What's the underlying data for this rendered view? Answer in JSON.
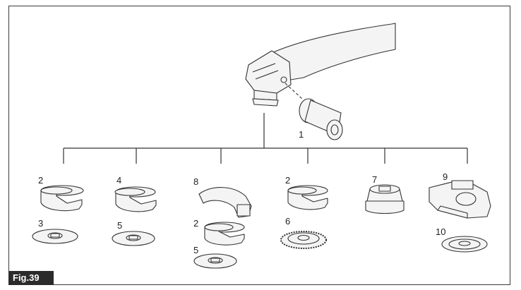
{
  "figure": {
    "label": "Fig.39"
  },
  "callouts": {
    "handle": "1",
    "g1_guard": "2",
    "g1_flange": "3",
    "g2_guard": "4",
    "g2_flange": "5",
    "g3_cover": "8",
    "g3_guard": "2",
    "g3_flange": "5",
    "g4_guard": "2",
    "g4_brush": "6",
    "g5_brush": "7",
    "g6_guard": "9",
    "g6_disc": "10"
  },
  "colors": {
    "line": "#333333",
    "part_fill": "#f4f4f4",
    "label_bg": "#2b2b2b"
  }
}
